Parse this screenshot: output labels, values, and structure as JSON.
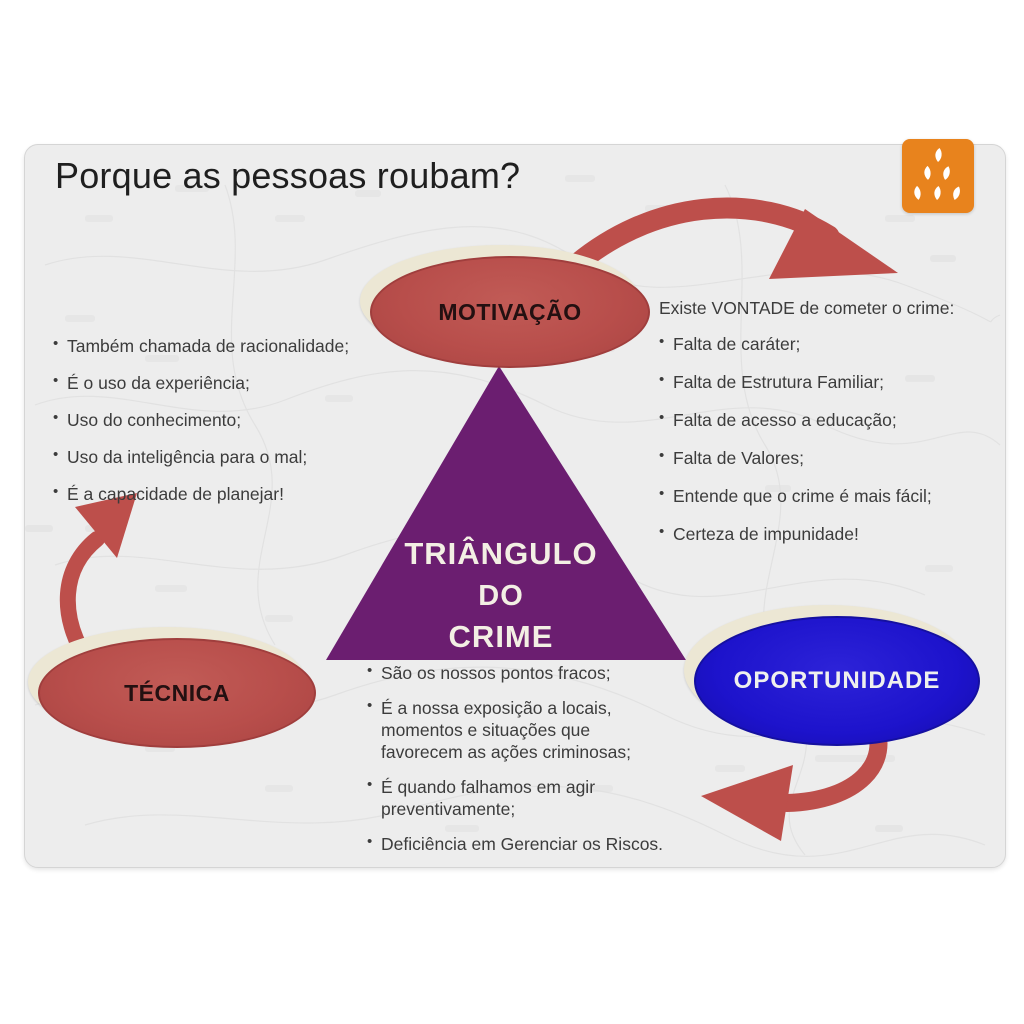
{
  "slide": {
    "title": "Porque as pessoas roubam?"
  },
  "diagram": {
    "triangle": {
      "line1": "TRIÂNGULO",
      "line2": "DO",
      "line3": "CRIME"
    },
    "motivation_label": "MOTIVAÇÃO",
    "technique_label": "TÉCNICA",
    "opportunity_label": "OPORTUNIDADE"
  },
  "left_list": {
    "items": [
      "Também chamada de racionalidade;",
      "É o uso da experiência;",
      "Uso do conhecimento;",
      "Uso da inteligência para o mal;",
      "É a capacidade de planejar!"
    ]
  },
  "right_list": {
    "intro": "Existe VONTADE de cometer o crime:",
    "items": [
      "Falta de caráter;",
      "Falta de Estrutura Familiar;",
      "Falta de acesso a educação;",
      "Falta de Valores;",
      "Entende que o crime é mais fácil;",
      "Certeza de impunidade!"
    ]
  },
  "bottom_list": {
    "items": [
      "São os nossos pontos fracos;",
      "É a nossa exposição a locais, momentos e situações que favorecem as ações criminosas;",
      "É quando falhamos em agir preventivamente;",
      "Deficiência em Gerenciar os Riscos."
    ]
  },
  "colors": {
    "ellipse_red": "#b84e4b",
    "ellipse_blue": "#1d13cc",
    "triangle_purple": "#6b1e70",
    "arrow_red": "#bd4f4b",
    "back_ellipse_cream": "#ece7d4",
    "logo_orange": "#e8831d",
    "slide_background": "#ededed"
  }
}
